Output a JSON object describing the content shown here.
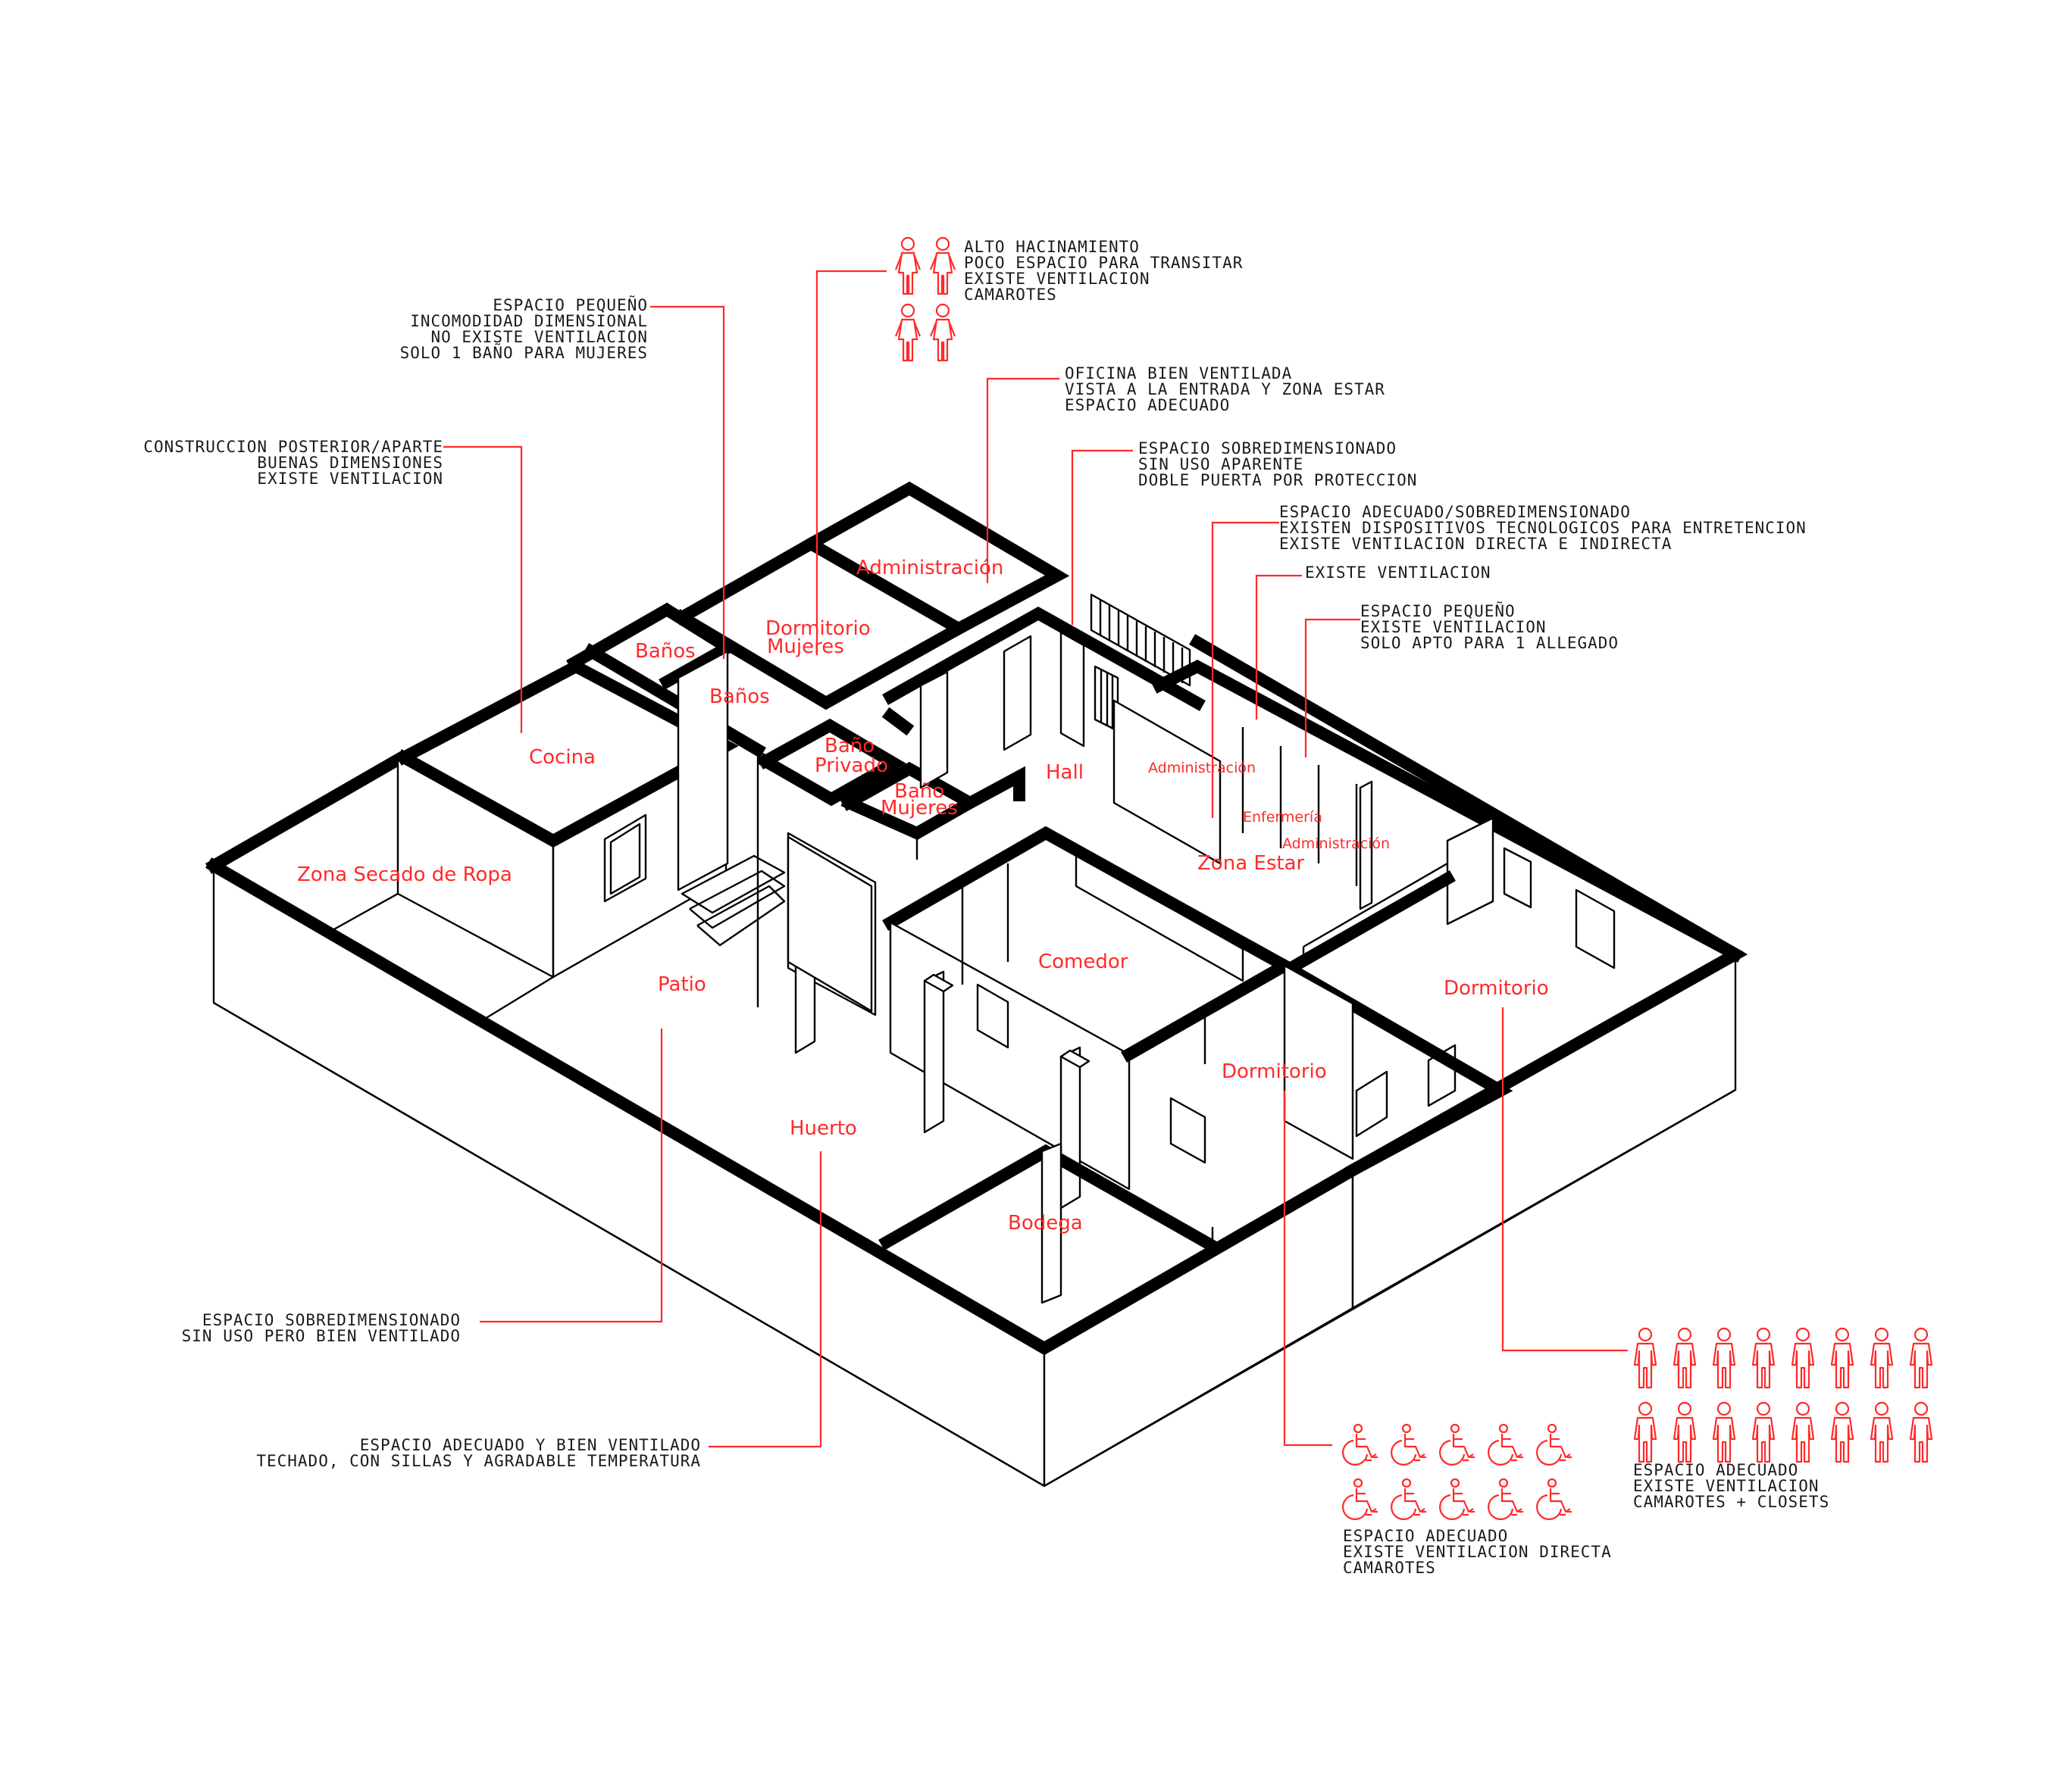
{
  "colors": {
    "accent": "#ff2a2a",
    "walls": "#000000",
    "notes": "#1a1a1a",
    "background": "#ffffff"
  },
  "rooms": {
    "administracion_top": "Administración",
    "dormitorio_mujeres": "Dormitorio Mujeres",
    "banos_1": "Baños",
    "banos_2": "Baños",
    "cocina": "Cocina",
    "bano_privado": "Baño Privado",
    "bano_mujeres": "Baño Mujeres",
    "hall": "Hall",
    "administracion_mid": "Administración",
    "enfermeria": "Enfermería",
    "administracion_low": "Administración",
    "zona_estar": "Zona Estar",
    "zona_secado": "Zona Secado de Ropa",
    "patio": "Patio",
    "comedor": "Comedor",
    "dormitorio_1": "Dormitorio",
    "dormitorio_2": "Dormitorio",
    "huerto": "Huerto",
    "bodega": "Bodega"
  },
  "notes": {
    "alto_hacinamiento": [
      "ALTO HACINAMIENTO",
      "POCO ESPACIO PARA TRANSITAR",
      "EXISTE VENTILACION",
      "CAMAROTES"
    ],
    "espacio_pequeno_mujeres": [
      "ESPACIO PEQUEÑO",
      "INCOMODIDAD DIMENSIONAL",
      "NO EXISTE VENTILACION",
      "SOLO 1 BAÑO PARA MUJERES"
    ],
    "oficina": [
      "OFICINA BIEN VENTILADA",
      "VISTA A LA ENTRADA Y ZONA ESTAR",
      "ESPACIO ADECUADO"
    ],
    "construccion_posterior": [
      "CONSTRUCCION POSTERIOR/APARTE",
      "BUENAS DIMENSIONES",
      "EXISTE VENTILACION"
    ],
    "sobredimensionado_hall": [
      "ESPACIO SOBREDIMENSIONADO",
      "SIN USO APARENTE",
      "DOBLE PUERTA POR PROTECCION"
    ],
    "estar": [
      "ESPACIO ADECUADO/SOBREDIMENSIONADO",
      "EXISTEN DISPOSITIVOS TECNOLOGICOS PARA ENTRETENCION",
      "EXISTE VENTILACION DIRECTA E INDIRECTA"
    ],
    "ventilacion": [
      "EXISTE VENTILACION"
    ],
    "allegado": [
      "ESPACIO PEQUEÑO",
      "EXISTE VENTILACION",
      "SOLO APTO PARA 1 ALLEGADO"
    ],
    "patio": [
      "ESPACIO SOBREDIMENSIONADO",
      "SIN USO PERO BIEN VENTILADO"
    ],
    "comedor": [
      "ESPACIO ADECUADO Y BIEN VENTILADO",
      "TECHADO, CON SILLAS Y AGRADABLE TEMPERATURA"
    ],
    "dormitorio_hombres": [
      "ESPACIO ADECUADO",
      "EXISTE VENTILACION",
      "CAMAROTES + CLOSETS"
    ],
    "dormitorio_movilidad": [
      "ESPACIO ADECUADO",
      "EXISTE VENTILACION DIRECTA",
      "CAMAROTES"
    ]
  },
  "occupancy": {
    "dormitorio_mujeres": {
      "icon": "woman-icon",
      "count": 4
    },
    "dormitorio_hombres": {
      "icon": "man-icon",
      "count": 16
    },
    "dormitorio_movilidad": {
      "icon": "wheelchair-icon",
      "count": 10
    }
  }
}
